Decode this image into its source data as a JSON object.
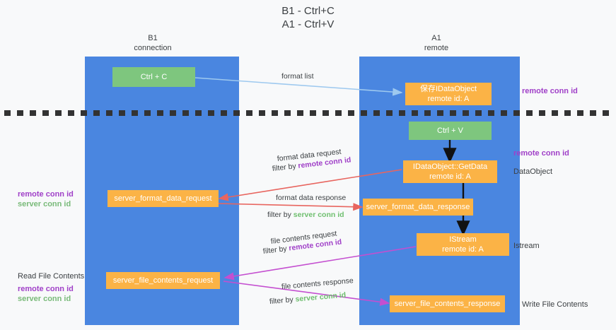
{
  "title": {
    "line1": "B1 - Ctrl+C",
    "line2": "A1 - Ctrl+V"
  },
  "columns": [
    {
      "name": "B1",
      "role": "connection"
    },
    {
      "name": "A1",
      "role": "remote"
    }
  ],
  "boxes": {
    "ctrl_c": {
      "line1": "Ctrl + C"
    },
    "save_dataobject": {
      "line1": "保存IDataObject",
      "line2": "remote id: A"
    },
    "ctrl_v": {
      "line1": "Ctrl + V"
    },
    "getdata": {
      "line1": "IDataObject::GetData",
      "line2": "remote id: A"
    },
    "server_format_data_request": {
      "line1": "server_format_data_request"
    },
    "server_format_data_response": {
      "line1": "server_format_data_response"
    },
    "istream": {
      "line1": "IStream",
      "line2": "remote id: A"
    },
    "server_file_contents_request": {
      "line1": "server_file_contents_request"
    },
    "server_file_contents_response": {
      "line1": "server_file_contents_response"
    }
  },
  "arrow_labels": {
    "format_list": "format list",
    "format_data_request": "format data request",
    "format_data_request_filter_prefix": "filter by ",
    "format_data_request_filter_key": "remote conn id",
    "format_data_response": "format data response",
    "format_data_response_filter_prefix": "filter by ",
    "format_data_response_filter_key": "server conn id",
    "file_contents_request": "file contents request",
    "file_contents_request_filter_prefix": "filter by ",
    "file_contents_request_filter_key": "remote conn id",
    "file_contents_response": "file contents response",
    "file_contents_response_filter_prefix": "filter by ",
    "file_contents_response_filter_key": "server conn id"
  },
  "side_labels": {
    "right_remote_conn_id_top": "remote conn id",
    "right_remote_conn_id_mid": "remote conn id",
    "right_dataobject": "DataObject",
    "right_istream": "Istream",
    "right_write_file_contents": "Write File Contents",
    "left_remote_conn_id_mid": "remote conn id",
    "left_server_conn_id_mid": "server conn id",
    "left_read_file_contents": "Read File Contents",
    "left_remote_conn_id_bottom": "remote conn id",
    "left_server_conn_id_bottom": "server conn id"
  },
  "colors": {
    "panel_blue": "#4a86e0",
    "box_green": "#7ec67e",
    "box_orange": "#fbb346",
    "purple": "#a040c8",
    "green_text": "#79ba79",
    "arrow_red": "#e8655f",
    "arrow_magenta": "#c44fd0",
    "arrow_lightblue": "#9ec9ef",
    "divider": "#333333",
    "background": "#f8f9fa"
  }
}
